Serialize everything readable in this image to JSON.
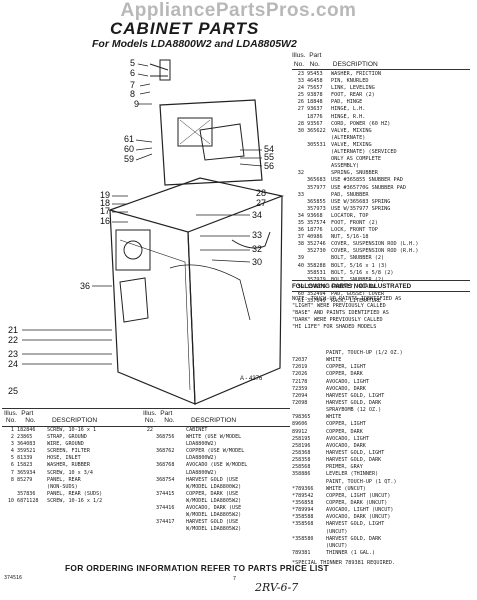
{
  "watermark": "AppliancePartsPros.com",
  "title": "CABINET PARTS",
  "subtitle": "For Models LDA8800W2 and LDA8805W2",
  "right_header": {
    "illus": "Illus.",
    "part": "Part",
    "no1": "No.",
    "no2": "No.",
    "description": "DESCRIPTION"
  },
  "right_list": [
    {
      "i": "23",
      "p": "95453",
      "d": "WASHER, FRICTION"
    },
    {
      "i": "33",
      "p": "46458",
      "d": "PIN, KNURLED"
    },
    {
      "i": "24",
      "p": "75657",
      "d": "LINK, LEVELING"
    },
    {
      "i": "25",
      "p": "93878",
      "d": "FOOT, REAR (2)"
    },
    {
      "i": "26",
      "p": "18848",
      "d": "PAD, HINGE"
    },
    {
      "i": "27",
      "p": "93637",
      "d": "HINGE, L.H."
    },
    {
      "i": "",
      "p": "18776",
      "d": "HINGE, R.H."
    },
    {
      "i": "28",
      "p": "93567",
      "d": "CORD, POWER (60 HZ)"
    },
    {
      "i": "30",
      "p": "365622",
      "d": "VALVE, MIXING",
      "cont": [
        "(ALTERNATE)"
      ]
    },
    {
      "i": "",
      "p": "305531",
      "d": "VALVE, MIXING",
      "cont": [
        "(ALTERNATE) (SERVICED",
        "ONLY AS COMPLETE",
        "ASSEMBLY)"
      ]
    },
    {
      "i": "32",
      "p": "",
      "d": "SPRING, SNUBBER"
    },
    {
      "i": "",
      "p": "365683",
      "d": "USE #365855 SNUBBER PAD"
    },
    {
      "i": "",
      "p": "357977",
      "d": "USE #365770G SNUBBER PAD"
    },
    {
      "i": "33",
      "p": "",
      "d": "PAD, SNUBBER"
    },
    {
      "i": "",
      "p": "365855",
      "d": "USE W/365683 SPRING"
    },
    {
      "i": "",
      "p": "357973",
      "d": "USE W/357977 SPRING"
    },
    {
      "i": "34",
      "p": "93668",
      "d": "LOCATOR, TOP"
    },
    {
      "i": "35",
      "p": "357574",
      "d": "FOOT, FRONT (2)"
    },
    {
      "i": "36",
      "p": "18776",
      "d": "LOCK, FRONT TOP"
    },
    {
      "i": "37",
      "p": "40986",
      "d": "NUT, 5/16-18"
    },
    {
      "i": "38",
      "p": "352746",
      "d": "COVER, SUSPENSION ROD (L.H.)"
    },
    {
      "i": "",
      "p": "352730",
      "d": "COVER, SUSPENSION ROD (R.H.)"
    },
    {
      "i": "39",
      "p": "",
      "d": "BOLT, SNUBBER (2)"
    },
    {
      "i": "40",
      "p": "358288",
      "d": "BOLT, 5/16 x 1 (3)"
    },
    {
      "i": "",
      "p": "358531",
      "d": "BOLT, 5/16 x 5/8 (2)"
    },
    {
      "i": "",
      "p": "357979",
      "d": "BOLT, SNUBBER (2)"
    },
    {
      "i": "59",
      "p": "354175",
      "d": "CABINET, PLAIN"
    },
    {
      "i": "60",
      "p": "352494",
      "d": "PAD, GUSSET COVER"
    },
    {
      "i": "61",
      "p": "357649",
      "d": "RACK, LITERATURE"
    }
  ],
  "following_note": "FOLLOWING PARTS NOT ILLUSTRATED",
  "note_lines": [
    "NOTE: TOUCH-UP PAINTS IDENTIFIED AS",
    "\"LIGHT\" WERE PREVIOUSLY CALLED",
    "\"BASE\" AND PAINTS IDENTIFIED AS",
    "\"DARK\" WERE PREVIOUSLY CALLED",
    "\"HI LIFE\" FOR SHADED MODELS"
  ],
  "paint_header": "PAINT, TOUCH-UP (1/2 OZ.)",
  "paint_list": [
    {
      "p": "72037",
      "d": "WHITE"
    },
    {
      "p": "72019",
      "d": "COPPER, LIGHT"
    },
    {
      "p": "72026",
      "d": "COPPER, DARK"
    },
    {
      "p": "72178",
      "d": "AVOCADO, LIGHT"
    },
    {
      "p": "72359",
      "d": "AVOCADO, DARK"
    },
    {
      "p": "72094",
      "d": "HARVEST GOLD, LIGHT"
    },
    {
      "p": "72098",
      "d": "HARVEST GOLD, DARK"
    },
    {
      "p": "",
      "d": "SPRAYBOMB (12 OZ.)"
    },
    {
      "p": "798365",
      "d": "WHITE"
    },
    {
      "p": "89606",
      "d": "COPPER, LIGHT"
    },
    {
      "p": "89912",
      "d": "COPPER, DARK"
    },
    {
      "p": "258195",
      "d": "AVOCADO, LIGHT"
    },
    {
      "p": "258196",
      "d": "AVOCADO, DARK"
    },
    {
      "p": "258368",
      "d": "HARVEST GOLD, LIGHT"
    },
    {
      "p": "258358",
      "d": "HARVEST GOLD, DARK"
    },
    {
      "p": "258568",
      "d": "PRIMER, GRAY"
    },
    {
      "p": "358886",
      "d": "LEVELER (THINNER)"
    },
    {
      "p": "",
      "d": "PAINT, TOUCH-UP (1 QT.)"
    },
    {
      "p": "*789366",
      "d": "WHITE (UNCUT)"
    },
    {
      "p": "*789542",
      "d": "COPPER, LIGHT (UNCUT)"
    },
    {
      "p": "*356858",
      "d": "COPPER, DARK (UNCUT)"
    },
    {
      "p": "*789994",
      "d": "AVOCADO, LIGHT (UNCUT)"
    },
    {
      "p": "*358588",
      "d": "AVOCADO, DARK (UNCUT)"
    },
    {
      "p": "*358568",
      "d": "HARVEST GOLD, LIGHT",
      "cont": "(UNCUT)"
    },
    {
      "p": "*358580",
      "d": "HARVEST GOLD, DARK",
      "cont": "(UNCUT)"
    },
    {
      "p": "789381",
      "d": "THINNER (1 GAL.)"
    }
  ],
  "special_note": "*SPECIAL THINNER 789381 REQUIRED.",
  "bottom_header": {
    "illus": "Illus.",
    "part": "Part",
    "no1": "No.",
    "no2": "No.",
    "description": "DESCRIPTION"
  },
  "bottom_left": [
    {
      "i": "1",
      "p": "182846",
      "d": "SCREW, 10-16 x 1"
    },
    {
      "i": "2",
      "p": "23865",
      "d": "STRAP, GROUND"
    },
    {
      "i": "3",
      "p": "364083",
      "d": "WIRE, GROUND"
    },
    {
      "i": "4",
      "p": "359521",
      "d": "SCREEN, FILTER"
    },
    {
      "i": "5",
      "p": "81339",
      "d": "HOSE, INLET"
    },
    {
      "i": "6",
      "p": "15823",
      "d": "WASHER, RUBBER"
    },
    {
      "i": "7",
      "p": "365934",
      "d": "SCREW, 10 x 3/4"
    },
    {
      "i": "8",
      "p": "85279",
      "d": "PANEL, REAR",
      "cont": "(NON-SUDS)"
    },
    {
      "i": "",
      "p": "357836",
      "d": "PANEL, REAR (SUDS)"
    },
    {
      "i": "10",
      "p": "6871128",
      "d": "SCREW, 10-16 x 1/2"
    }
  ],
  "bottom_mid": [
    {
      "i": "22",
      "p": "",
      "d": "CABINET"
    },
    {
      "i": "",
      "p": "368756",
      "d": "WHITE (USE W/MODEL",
      "cont": "LDA8800W2)"
    },
    {
      "i": "",
      "p": "368762",
      "d": "COPPER (USE W/MODEL",
      "cont": "LDA8800W2)"
    },
    {
      "i": "",
      "p": "368768",
      "d": "AVOCADO (USE W/MODEL",
      "cont": "LDA8800W2)"
    },
    {
      "i": "",
      "p": "368754",
      "d": "HARVEST GOLD (USE",
      "cont": "W/MODEL LDA8800W2)"
    },
    {
      "i": "",
      "p": "374415",
      "d": "COPPER, DARK (USE",
      "cont": "W/MODEL LDA8805W2)"
    },
    {
      "i": "",
      "p": "374416",
      "d": "AVOCADO, DARK (USE",
      "cont": "W/MODEL LDA8805W2)"
    },
    {
      "i": "",
      "p": "374417",
      "d": "HARVEST GOLD (USE",
      "cont": "W/MODEL LDA8805W2)"
    }
  ],
  "footer": "FOR ORDERING INFORMATION REFER TO PARTS PRICE LIST",
  "page_num": "374516",
  "page_no": "7",
  "handwritten": "2RV-6-7",
  "diagram_ref": "A - 4376",
  "callouts": {
    "c5": "5",
    "c6": "6",
    "c7": "7",
    "c8": "8",
    "c9": "9",
    "c61": "61",
    "c60": "60",
    "c59": "59",
    "c54": "54",
    "c55": "55",
    "c56": "56",
    "c28": "28",
    "c27": "27",
    "c19": "19",
    "c18": "18",
    "c17": "17",
    "c16": "16",
    "c34": "34",
    "c33": "33",
    "c32": "32",
    "c30": "30",
    "c36": "36",
    "c21": "21",
    "c22": "22",
    "c23": "23",
    "c24": "24",
    "c25": "25"
  }
}
